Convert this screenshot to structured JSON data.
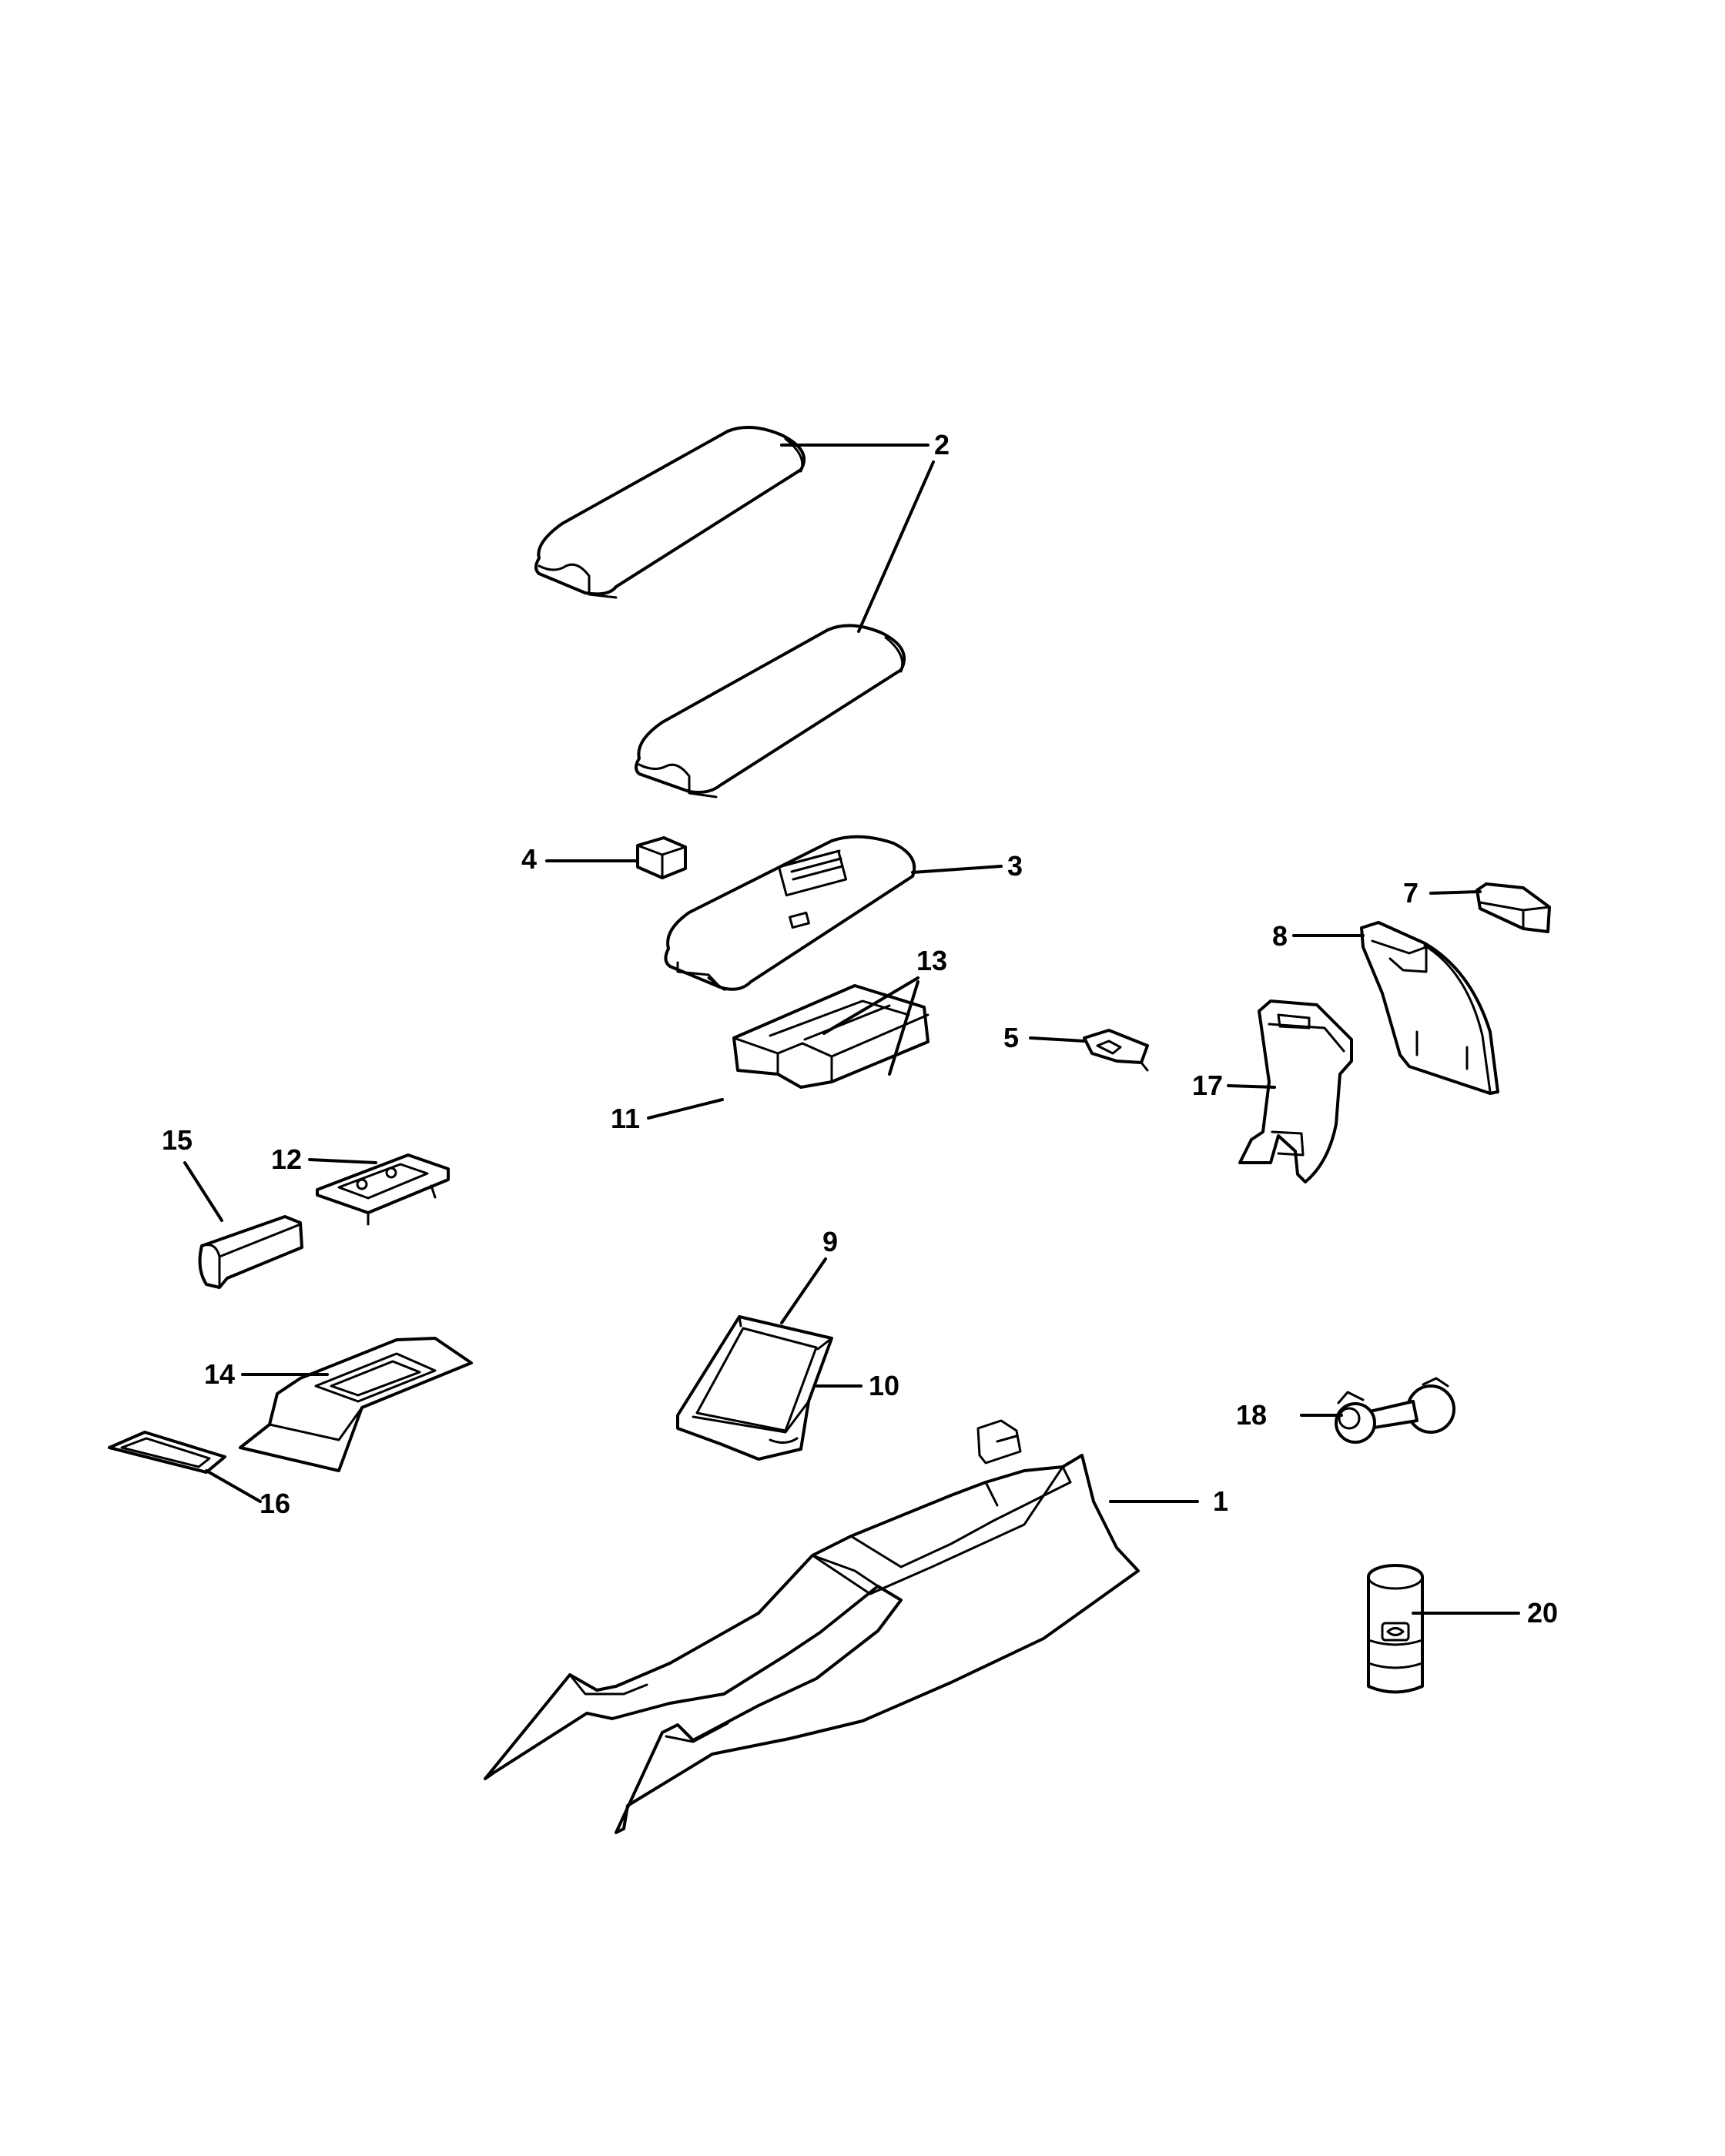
{
  "diagram": {
    "callouts": [
      {
        "id": "c1",
        "label": "1"
      },
      {
        "id": "c2",
        "label": "2"
      },
      {
        "id": "c3",
        "label": "3"
      },
      {
        "id": "c4",
        "label": "4"
      },
      {
        "id": "c5",
        "label": "5"
      },
      {
        "id": "c7",
        "label": "7"
      },
      {
        "id": "c8",
        "label": "8"
      },
      {
        "id": "c9",
        "label": "9"
      },
      {
        "id": "c10",
        "label": "10"
      },
      {
        "id": "c11",
        "label": "11"
      },
      {
        "id": "c12",
        "label": "12"
      },
      {
        "id": "c13",
        "label": "13"
      },
      {
        "id": "c14",
        "label": "14"
      },
      {
        "id": "c15",
        "label": "15"
      },
      {
        "id": "c16",
        "label": "16"
      },
      {
        "id": "c17",
        "label": "17"
      },
      {
        "id": "c18",
        "label": "18"
      },
      {
        "id": "c20",
        "label": "20"
      }
    ]
  },
  "colors": {
    "line": "#000000",
    "background": "#ffffff"
  }
}
